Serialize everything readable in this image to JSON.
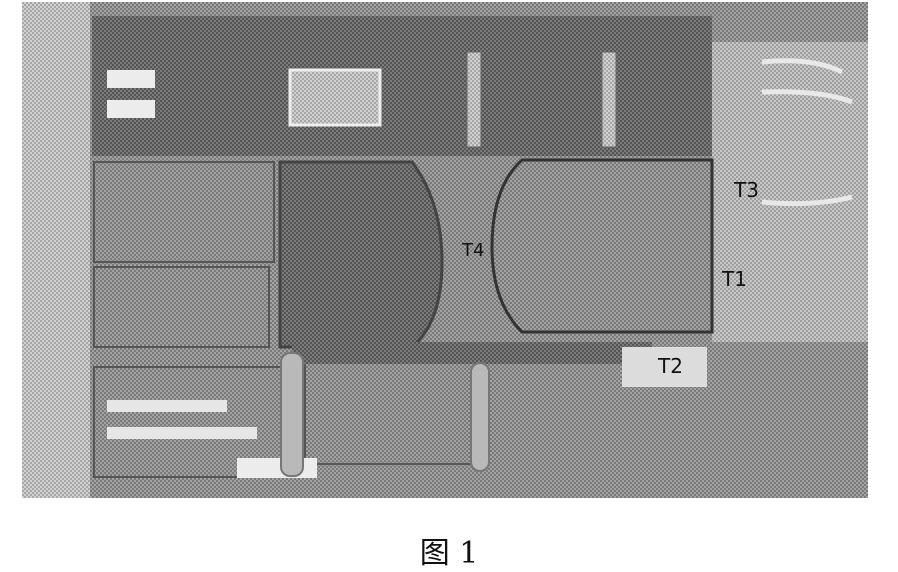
{
  "figure": {
    "tags": {
      "T1": "T1",
      "T2": "T2",
      "T3": "T3",
      "T4": "T4"
    }
  },
  "caption": "图 1",
  "colors": {
    "background": "#9a9a9a",
    "dark_region": "#6f6f6f",
    "light_region": "#c8c8c8",
    "page": "#ffffff"
  }
}
